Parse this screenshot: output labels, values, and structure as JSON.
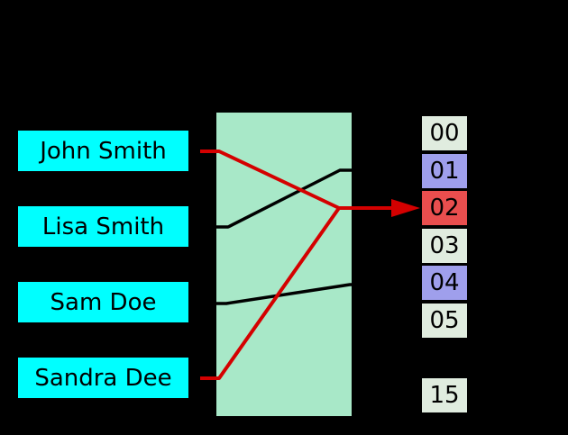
{
  "diagram": {
    "type": "hash-function-collision-diagram",
    "keys": [
      {
        "id": "john-smith",
        "label": "John Smith",
        "maps_to": "02",
        "collision": true
      },
      {
        "id": "lisa-smith",
        "label": "Lisa Smith",
        "maps_to": "01",
        "collision": false
      },
      {
        "id": "sam-doe",
        "label": "Sam Doe",
        "maps_to": "04",
        "collision": false
      },
      {
        "id": "sandra-dee",
        "label": "Sandra Dee",
        "maps_to": "02",
        "collision": true
      }
    ],
    "buckets": [
      {
        "label": "00",
        "row": 0,
        "state": "empty"
      },
      {
        "label": "01",
        "row": 1,
        "state": "occupied"
      },
      {
        "label": "02",
        "row": 2,
        "state": "collision"
      },
      {
        "label": "03",
        "row": 3,
        "state": "empty"
      },
      {
        "label": "04",
        "row": 4,
        "state": "occupied"
      },
      {
        "label": "05",
        "row": 5,
        "state": "empty"
      },
      {
        "label": "15",
        "row": 7,
        "state": "empty"
      }
    ],
    "colors": {
      "background": "#000000",
      "key_box": "#00ffff",
      "hash_box": "#a8e8c8",
      "bucket_empty": "#e0ecdf",
      "bucket_occupied": "#9f9fec",
      "bucket_collision": "#e94e4e",
      "edge": "#000000",
      "collision_edge": "#d40000",
      "text": "#000000"
    }
  }
}
